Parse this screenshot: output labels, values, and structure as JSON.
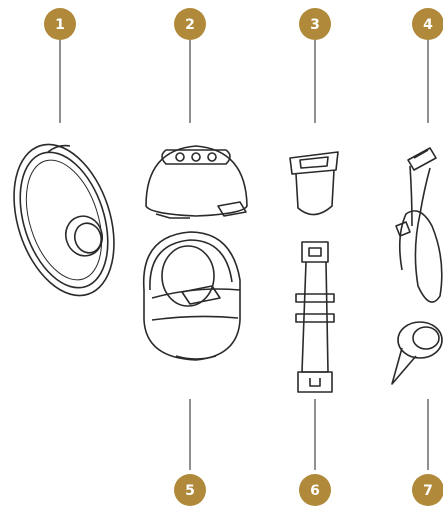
{
  "diagram": {
    "accent_color": "#b08a3a",
    "line_color": "#333333",
    "badges": [
      {
        "label": "1",
        "part": "breast-flange"
      },
      {
        "label": "2",
        "part": "pump-motor-housing"
      },
      {
        "label": "3",
        "part": "valve-insert"
      },
      {
        "label": "4",
        "part": "usb-charging-cable"
      },
      {
        "label": "5",
        "part": "collection-cup"
      },
      {
        "label": "6",
        "part": "strap"
      },
      {
        "label": "7",
        "part": "connector-cap"
      }
    ]
  }
}
